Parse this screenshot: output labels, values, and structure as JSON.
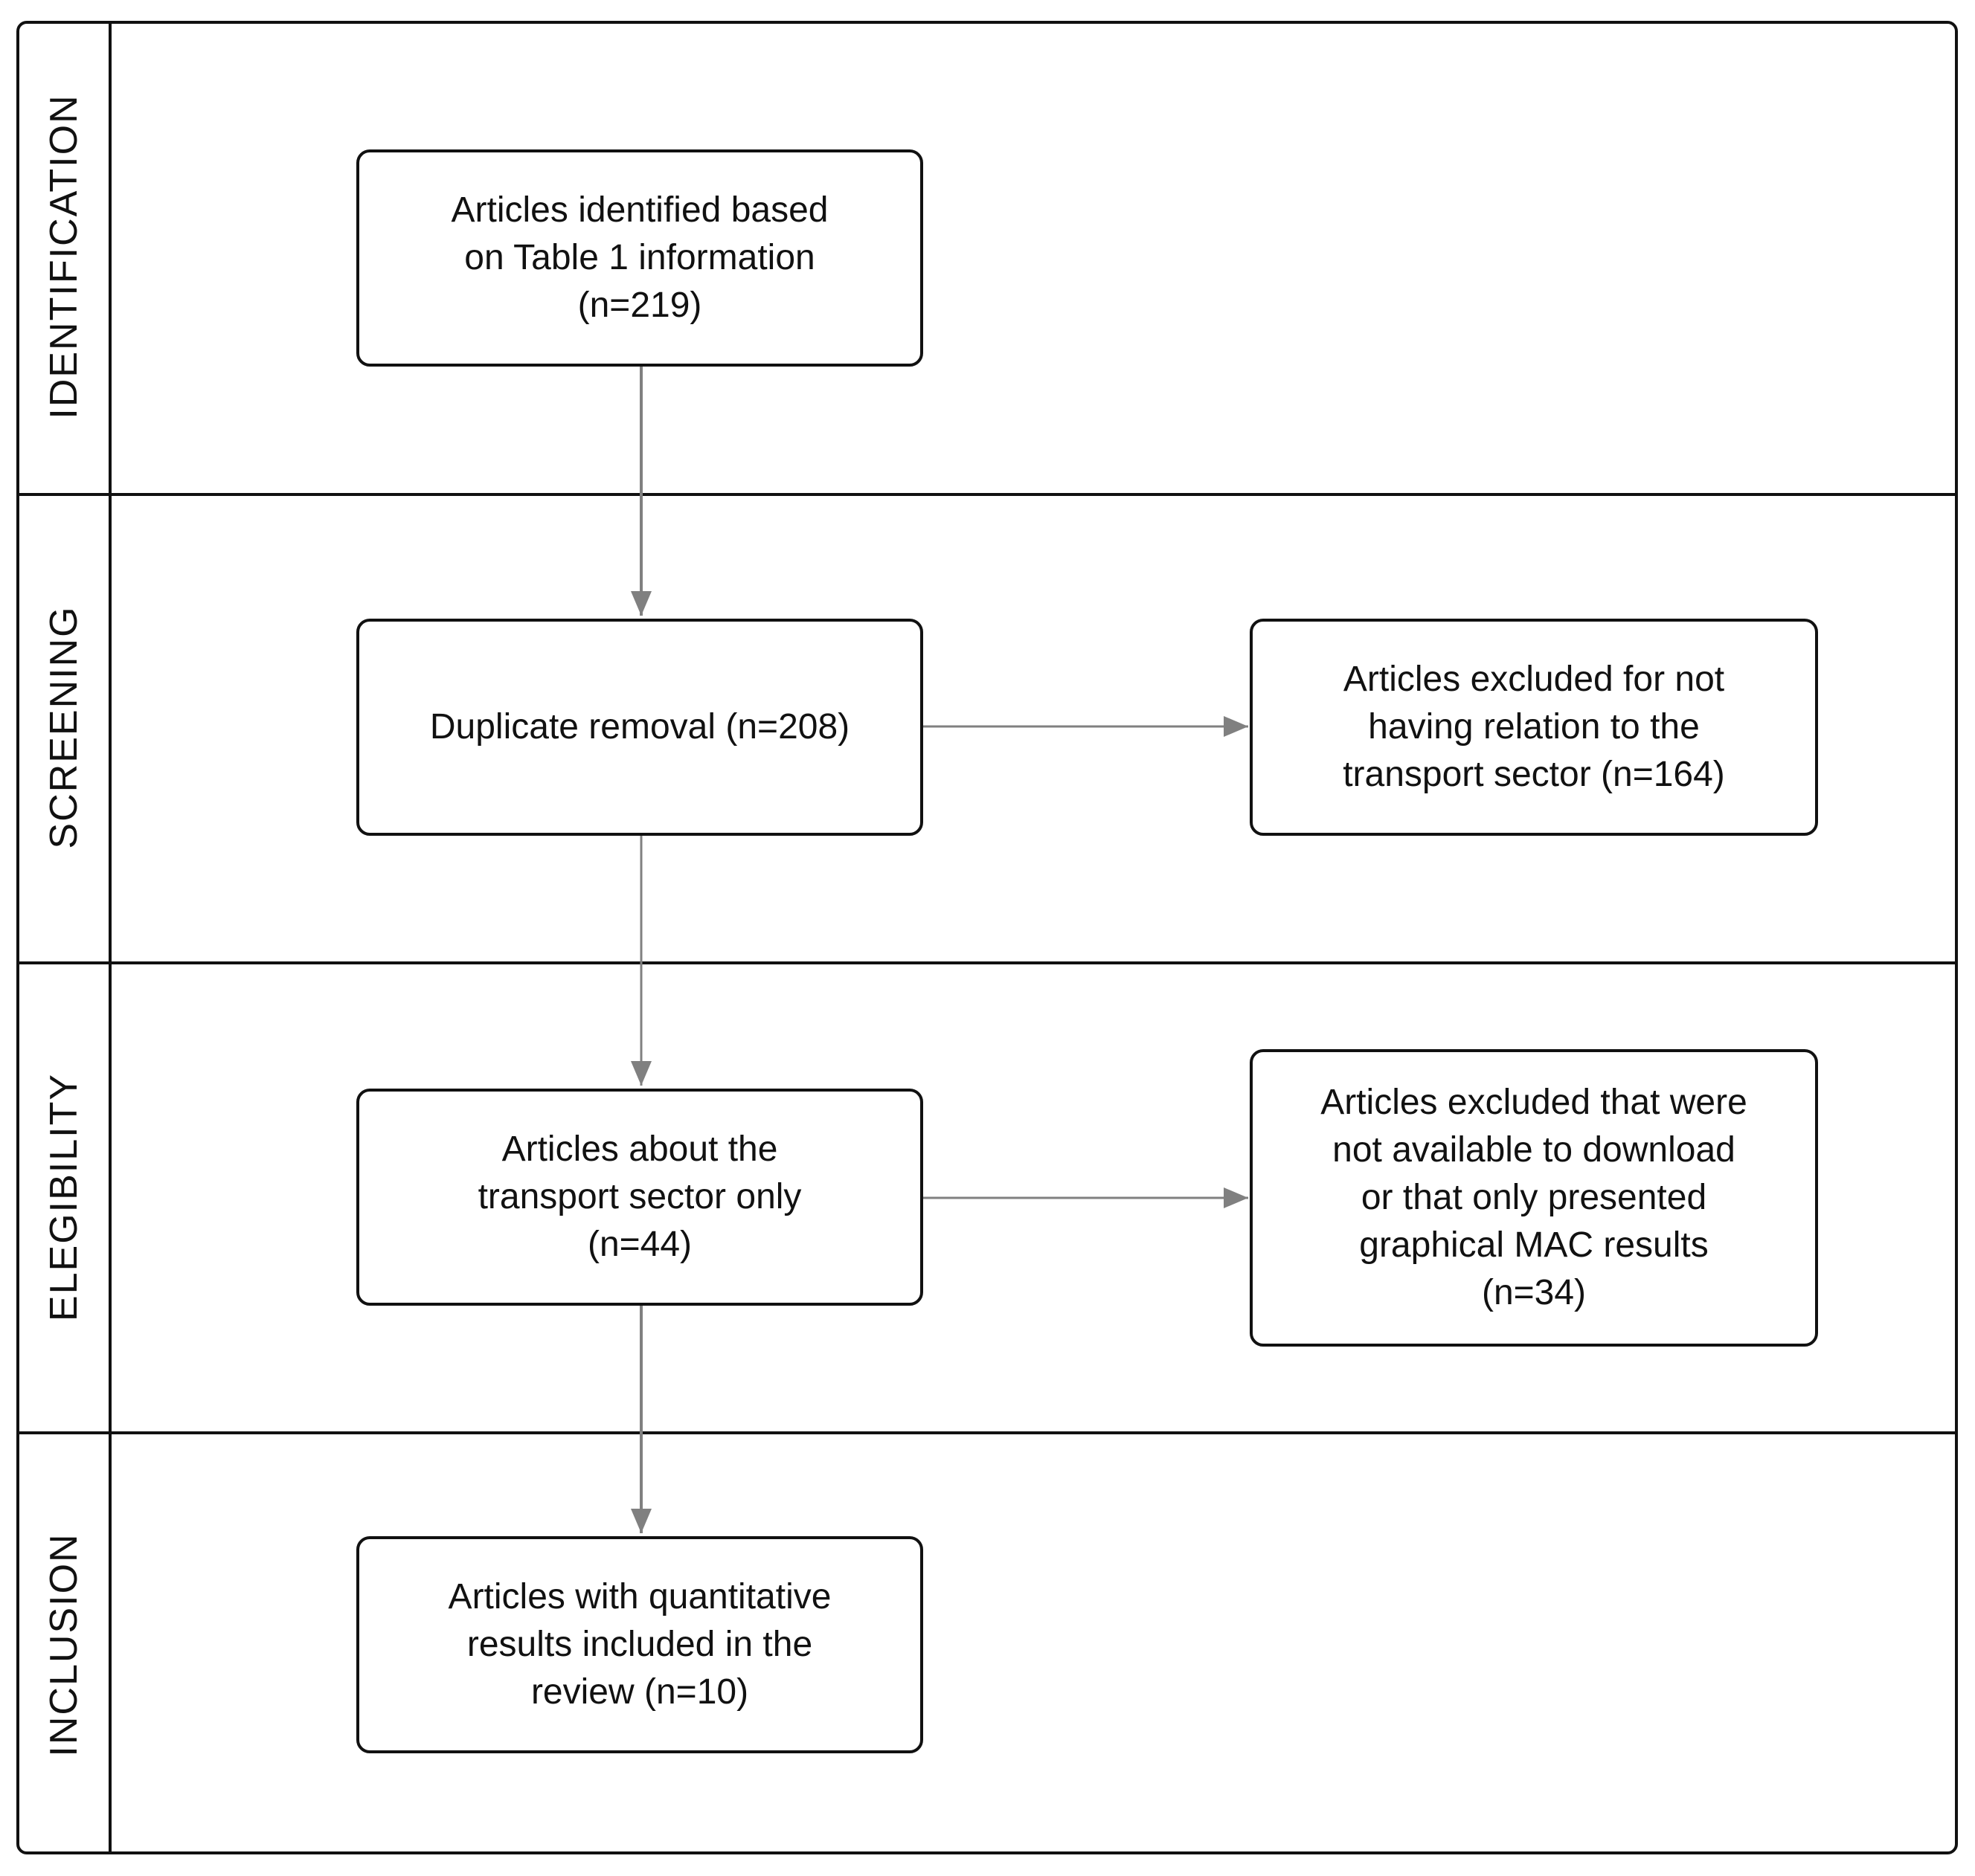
{
  "phases": {
    "identification": "IDENTIFICATION",
    "screening": "SCREENING",
    "elegibility": "ELEGIBILITY",
    "inclusion": "INCLUSION"
  },
  "boxes": {
    "identified": [
      "Articles identified based",
      "on Table 1 information",
      "(n=219)"
    ],
    "duplicate": [
      "Duplicate removal (n=208)"
    ],
    "excluded_transport": [
      "Articles excluded for not",
      "having relation to the",
      "transport sector (n=164)"
    ],
    "transport_only": [
      "Articles about the",
      "transport sector only",
      "(n=44)"
    ],
    "excluded_download": [
      "Articles excluded that were",
      "not available to download",
      "or that only presented",
      "graphical MAC results",
      "(n=34)"
    ],
    "included": [
      "Articles with quantitative",
      "results included in the",
      "review (n=10)"
    ]
  },
  "colors": {
    "border": "#111111",
    "arrow": "#808080"
  }
}
